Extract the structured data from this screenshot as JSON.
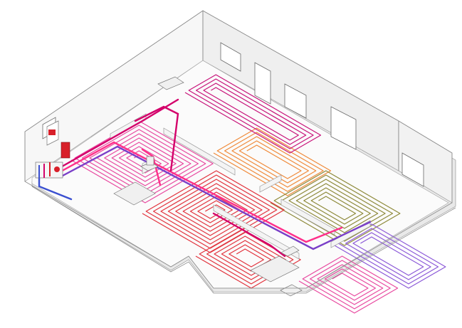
{
  "diagram": {
    "kind": "isometric floor heating layout",
    "colors": {
      "supply_main": "#d4006a",
      "return_main": "#7a3fc8",
      "supply_branch": "#ff2f8a",
      "loop_pink": "#e84aa0",
      "loop_magenta": "#c8147a",
      "loop_red": "#e2333d",
      "loop_orange": "#f08a3a",
      "loop_olive": "#8e8a3a",
      "loop_violet": "#8c5ad8",
      "boiler_red": "#d8202a",
      "manifold_blue": "#3a4fd0"
    },
    "zones": [
      {
        "id": "zone-left-room",
        "color": "loop_pink"
      },
      {
        "id": "zone-center-orange",
        "color": "loop_orange"
      },
      {
        "id": "zone-upper-right",
        "color": "loop_magenta"
      },
      {
        "id": "zone-center-green",
        "color": "loop_olive"
      },
      {
        "id": "zone-right-violet",
        "color": "loop_violet"
      },
      {
        "id": "zone-front-left-red",
        "color": "loop_red"
      },
      {
        "id": "zone-front-mid-red",
        "color": "loop_red"
      },
      {
        "id": "zone-front-pink",
        "color": "loop_pink"
      }
    ],
    "icons": [
      "boiler-icon",
      "manifold-icon",
      "toilet-icon",
      "washbasin-icon",
      "bathtub-icon",
      "shower-icon",
      "radiator-icon"
    ]
  }
}
